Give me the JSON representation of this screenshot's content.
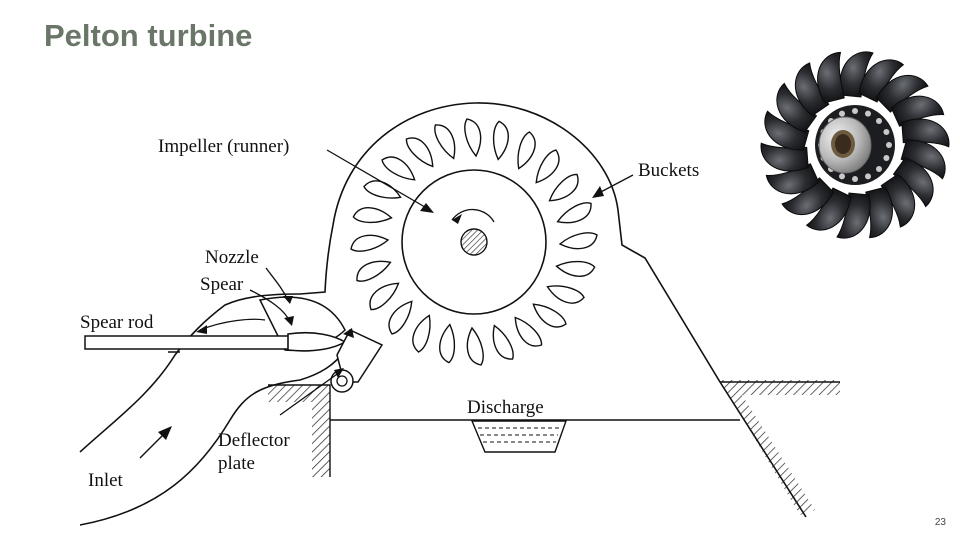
{
  "slide": {
    "title": "Pelton turbine",
    "page_number": "23"
  },
  "diagram": {
    "labels": {
      "impeller": "Impeller (runner)",
      "buckets": "Buckets",
      "nozzle": "Nozzle",
      "spear": "Spear",
      "spear_rod": "Spear rod",
      "discharge": "Discharge",
      "deflector_line1": "Deflector",
      "deflector_line2": "plate",
      "inlet": "Inlet"
    }
  },
  "photo": {
    "subject": "pelton-runner-photo"
  }
}
